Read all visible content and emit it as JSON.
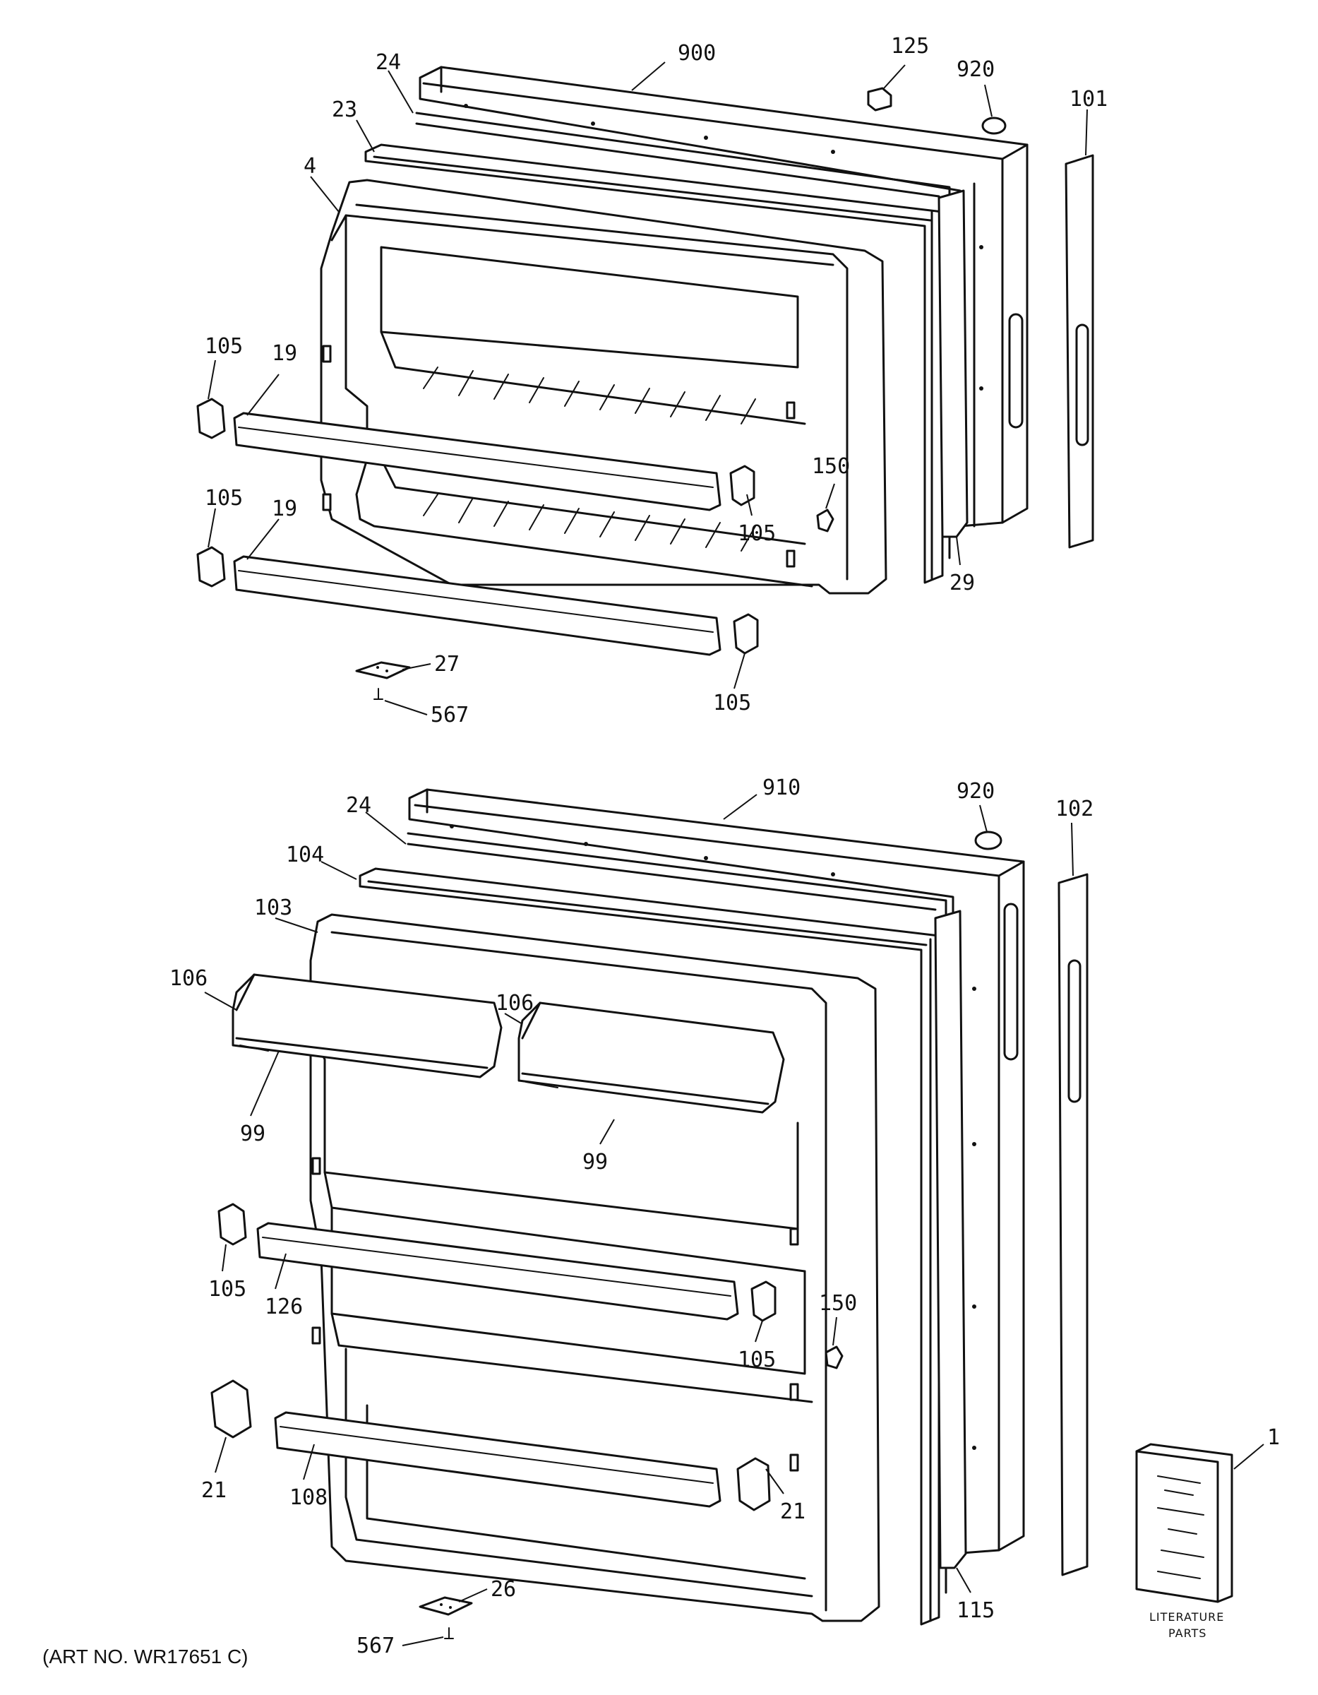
{
  "art_number": "(ART NO. WR17651 C)",
  "literature_label": [
    "LITERATURE",
    "PARTS"
  ],
  "labels": {
    "freezer_door": "900",
    "fresh_food_door": "910",
    "plug": "125",
    "cap": "920",
    "trim_top": "101",
    "trim_bottom": "102",
    "gasket": "24",
    "freezer_gasket_frame": "23",
    "freezer_liner": "4",
    "shelf_support": "105",
    "freezer_bar": "19",
    "screw_cap": "150",
    "freezer_seal": "29",
    "hinge_shim_top": "27",
    "screw": "567",
    "ff_gasket_frame": "104",
    "ff_liner": "103",
    "dairy_door": "106",
    "dairy_hinge": "99",
    "ff_bar_middle": "126",
    "ff_bar_bottom": "108",
    "end_cap": "21",
    "ff_seal": "115",
    "hinge_shim_bottom": "26",
    "literature": "1"
  }
}
